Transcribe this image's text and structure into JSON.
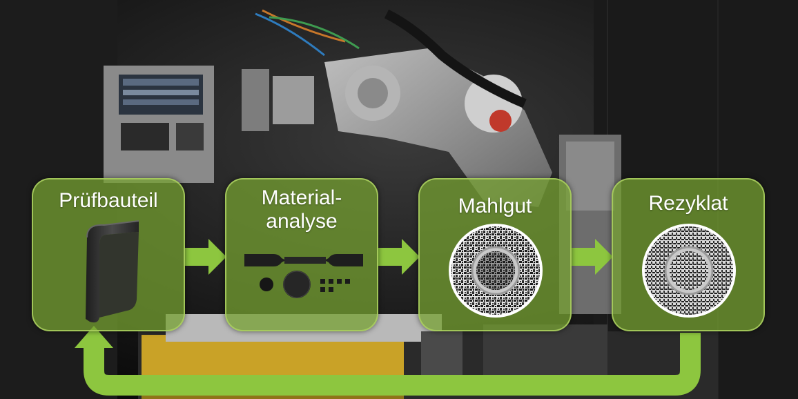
{
  "steps": [
    {
      "label": "Prüfbauteil"
    },
    {
      "label": "Material-\nanalyse"
    },
    {
      "label": "Mahlgut"
    },
    {
      "label": "Rezyklat"
    }
  ],
  "colors": {
    "accent_green": "#8dc63f",
    "card_fill": "#76a030",
    "card_border": "#aacd5f",
    "granulate_dark": "#1c1c1c",
    "bowl_silver": "#c9c9c9"
  },
  "icons": [
    "curved-part-icon",
    "tensile-specimen-icon",
    "regrind-bowl-icon",
    "recyclate-bowl-icon"
  ]
}
